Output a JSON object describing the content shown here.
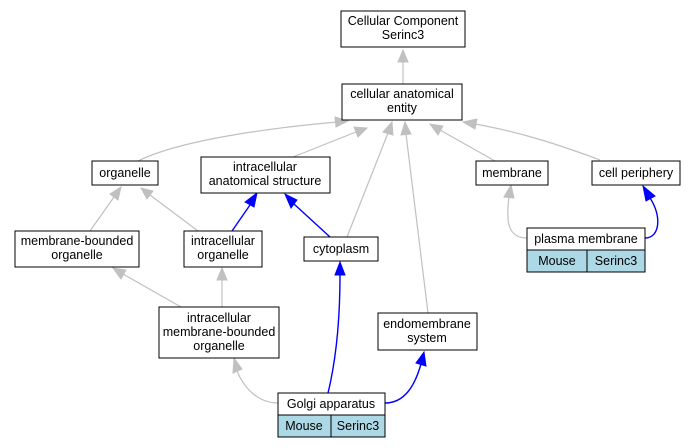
{
  "nodes": {
    "root": {
      "line1": "Cellular Component",
      "line2": "Serinc3"
    },
    "cellular_anatomical_entity": {
      "line1": "cellular anatomical",
      "line2": "entity"
    },
    "organelle": {
      "label": "organelle"
    },
    "intracellular_anatomical_structure": {
      "line1": "intracellular",
      "line2": "anatomical structure"
    },
    "membrane": {
      "label": "membrane"
    },
    "cell_periphery": {
      "label": "cell periphery"
    },
    "membrane_bounded_organelle": {
      "line1": "membrane-bounded",
      "line2": "organelle"
    },
    "intracellular_organelle": {
      "line1": "intracellular",
      "line2": "organelle"
    },
    "cytoplasm": {
      "label": "cytoplasm"
    },
    "plasma_membrane": {
      "label": "plasma membrane",
      "species": "Mouse",
      "gene": "Serinc3"
    },
    "intracellular_membrane_bounded_organelle": {
      "line1": "intracellular",
      "line2": "membrane-bounded",
      "line3": "organelle"
    },
    "endomembrane_system": {
      "line1": "endomembrane",
      "line2": "system"
    },
    "golgi_apparatus": {
      "label": "Golgi apparatus",
      "species": "Mouse",
      "gene": "Serinc3"
    }
  },
  "colors": {
    "is_a_edge": "#c0c0c0",
    "part_of_edge": "#0000ff",
    "annotation_tag": "#add8e6"
  }
}
